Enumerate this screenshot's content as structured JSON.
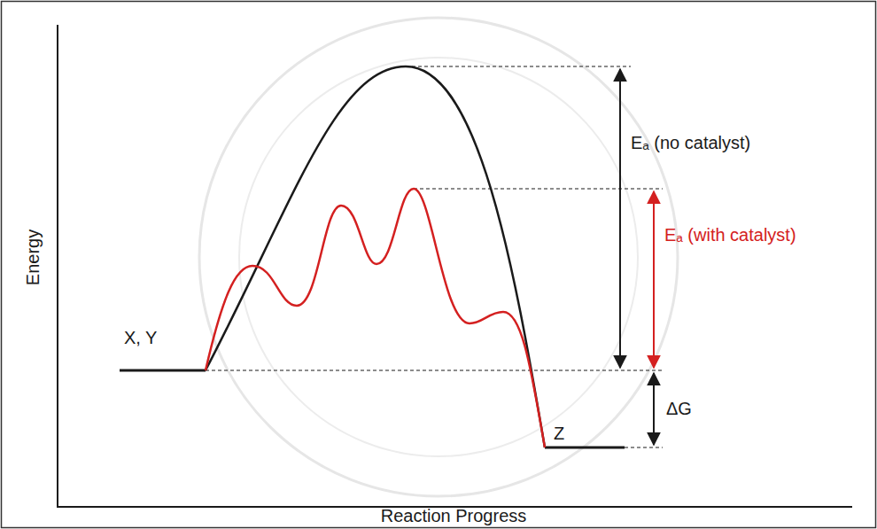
{
  "diagram": {
    "labels": [
      "Energy",
      "Reaction Progress",
      "Eₐ (no catalyst)",
      "Eₐ (with catalyst)",
      "X, Y",
      "Z",
      "ΔG"
    ]
  }
}
